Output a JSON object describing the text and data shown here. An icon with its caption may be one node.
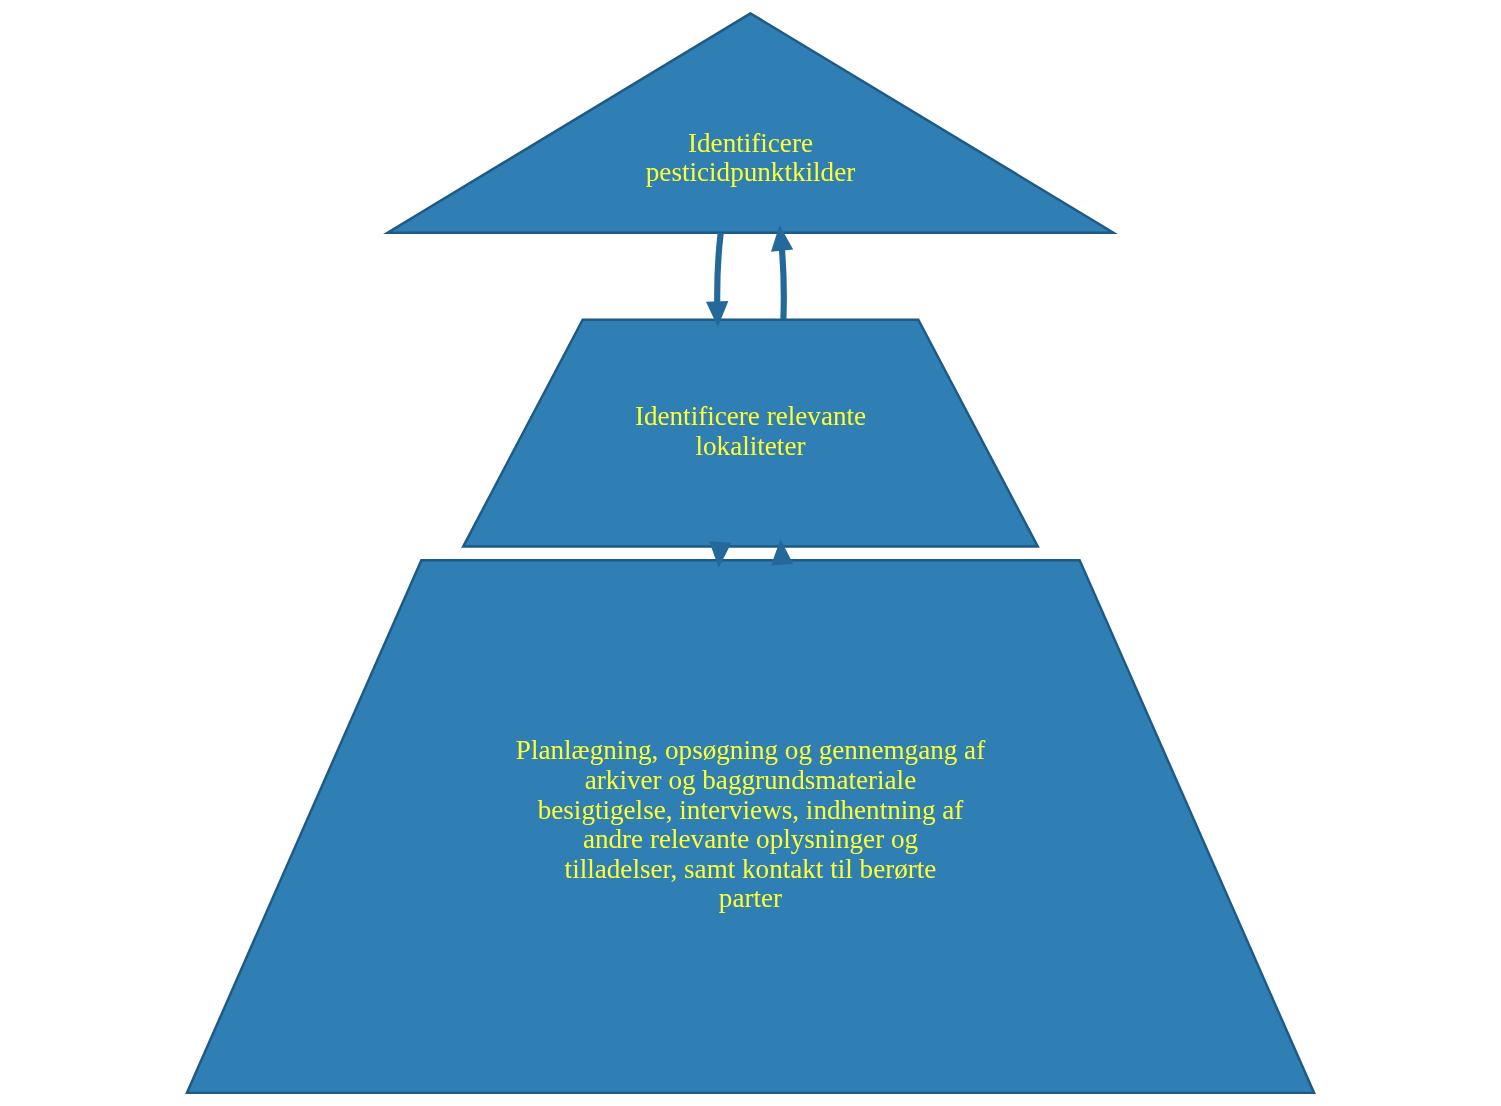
{
  "diagram": {
    "nodes": [
      {
        "text": [
          "Identificere pesticidpunktkilder"
        ]
      },
      {
        "text": [
          "Identificere relevante lokaliteter"
        ]
      },
      {
        "text": [
          "Planlægning, opsøgning og gennemgang af arkiver og baggrundsmateriale besigtigelse, interviews, indhentning af andre relevante oplysninger og tilladelser, samt kontakt til berørte parter"
        ]
      }
    ],
    "edges": [
      {
        "from": 2,
        "to": 1,
        "arrow": "to"
      },
      {
        "from": 1,
        "to": 0,
        "arrow": "to"
      },
      {
        "from": 0,
        "to": 1,
        "arrow": "to"
      },
      {
        "from": 1,
        "to": 2,
        "arrow": "to"
      }
    ]
  }
}
